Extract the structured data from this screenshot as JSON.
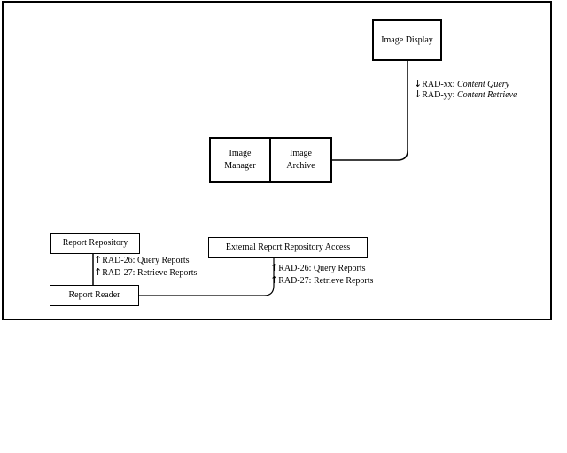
{
  "actors": {
    "image_display": "Image Display",
    "image_manager": "Image\nManager",
    "image_archive": "Image\nArchive",
    "report_repository": "Report Repository",
    "report_reader": "Report Reader",
    "external_report_repository_access": "External Report Repository Access"
  },
  "transactions": {
    "display": [
      {
        "arrow": "↓",
        "id": "RAD-xx:",
        "name": "Content Query"
      },
      {
        "arrow": "↓",
        "id": "RAD-yy:",
        "name": "Content Retrieve"
      }
    ],
    "repository": [
      {
        "arrow": "↑",
        "id": "RAD-26:",
        "name": "Query Reports"
      },
      {
        "arrow": "↑",
        "id": "RAD-27:",
        "name": "Retrieve Reports"
      }
    ],
    "external": [
      {
        "arrow": "↑",
        "id": "RAD-26:",
        "name": "Query Reports"
      },
      {
        "arrow": "↑",
        "id": "RAD-27:",
        "name": "Retrieve Reports"
      }
    ]
  }
}
